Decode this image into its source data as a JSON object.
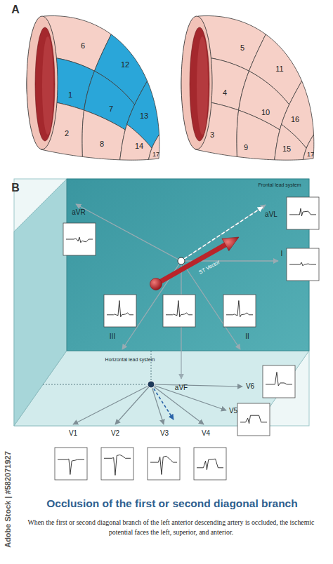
{
  "diagram": {
    "title": "Occlusion of the first or second diagonal branch",
    "caption": "When the first or second diagonal branch of the left anterior descending artery is occluded, the ischemic potential faces the left, superior, and anterior.",
    "labels": [
      "A",
      "6",
      "1",
      "12",
      "7",
      "2",
      "8",
      "13",
      "14",
      "17",
      "5",
      "4",
      "11",
      "10",
      "3",
      "9",
      "16",
      "15",
      "17",
      "B",
      "Frontal lead system",
      "aVR",
      "aVL",
      "I",
      "III",
      "II",
      "aVF",
      "ST Vector",
      "Horizontal lead system",
      "V6",
      "V5",
      "V1",
      "V2",
      "V3",
      "V4",
      "Adobe Stock | #582071927"
    ]
  }
}
